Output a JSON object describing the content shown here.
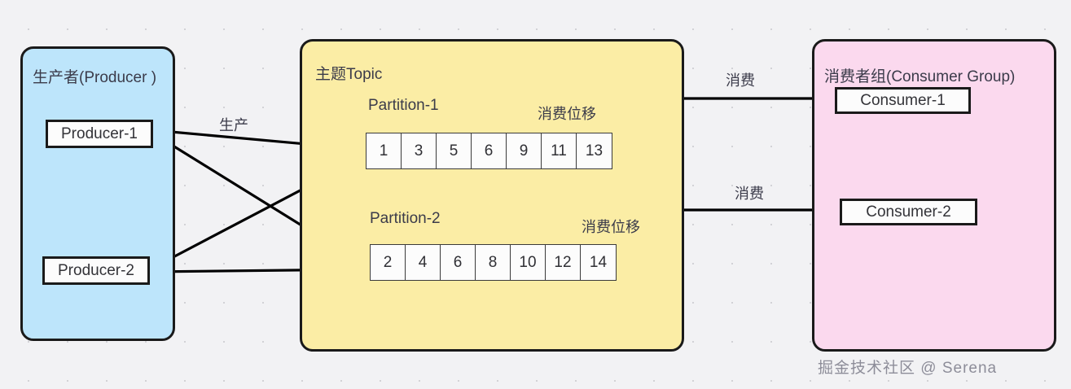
{
  "diagram": {
    "watermark": "掘金技术社区 @ Serena",
    "producer_group": {
      "title": "生产者(Producer )",
      "nodes": [
        {
          "label": "Producer-1"
        },
        {
          "label": "Producer-2"
        }
      ]
    },
    "topic": {
      "title": "主题Topic",
      "partitions": [
        {
          "label": "Partition-1",
          "cells": [
            "1",
            "3",
            "5",
            "6",
            "9",
            "11",
            "13"
          ],
          "offset_label": "消费位移",
          "offset_cell_index": 4
        },
        {
          "label": "Partition-2",
          "cells": [
            "2",
            "4",
            "6",
            "8",
            "10",
            "12",
            "14"
          ],
          "offset_label": "消费位移",
          "offset_cell_index": 5
        }
      ]
    },
    "consumer_group": {
      "title": "消费者组(Consumer Group)",
      "nodes": [
        {
          "label": "Consumer-1"
        },
        {
          "label": "Consumer-2"
        }
      ]
    },
    "edges": {
      "produce_label": "生产",
      "consume_label_1": "消费",
      "consume_label_2": "消费"
    },
    "colors": {
      "background": "#f2f2f4",
      "grid_dot": "#d2d2d6",
      "producer_fill": "#bde5fb",
      "topic_fill": "#fbeda5",
      "consumer_fill": "#fbd9ee",
      "stroke": "#1a1a1a",
      "node_fill": "#fcfcfc",
      "text": "#3b3b4a"
    }
  }
}
